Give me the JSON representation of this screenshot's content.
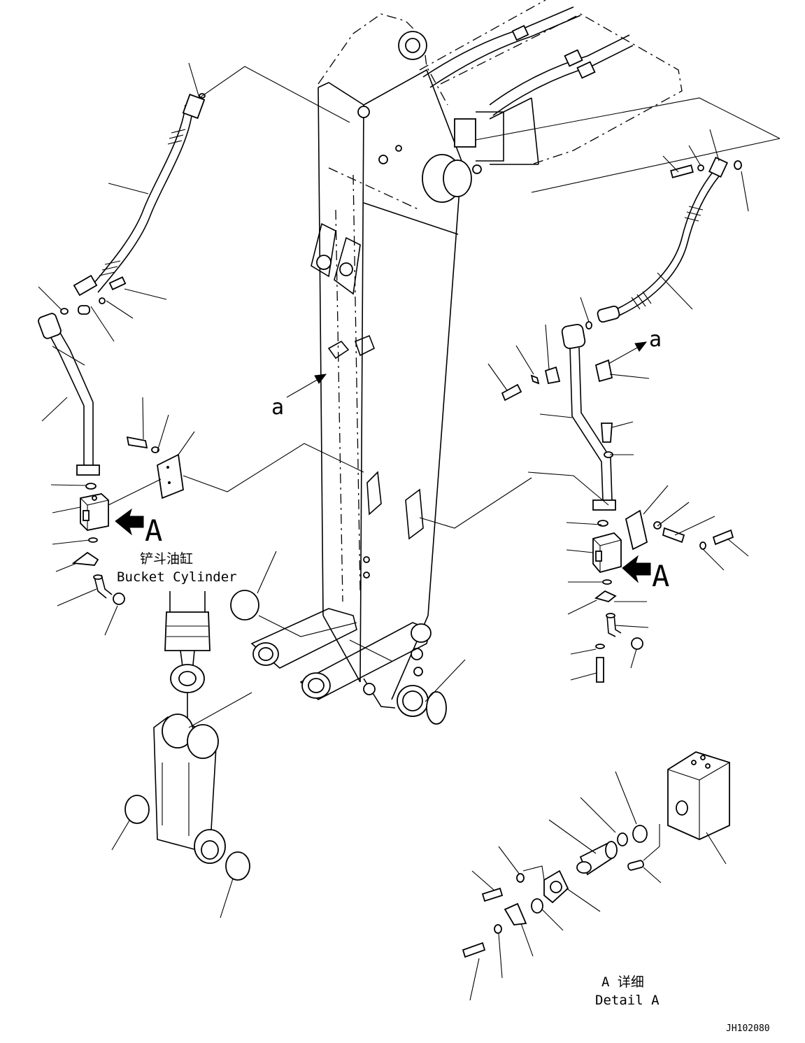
{
  "labels": {
    "view_arrow_left": "a",
    "view_arrow_right": "a",
    "detail_arrow_left": "A",
    "detail_arrow_right": "A",
    "bucket_cylinder_cn": "铲斗油缸",
    "bucket_cylinder_en": "Bucket Cylinder",
    "detail_a_cn": "A 详细",
    "detail_a_en": "Detail A",
    "drawing_number": "JH102080"
  }
}
